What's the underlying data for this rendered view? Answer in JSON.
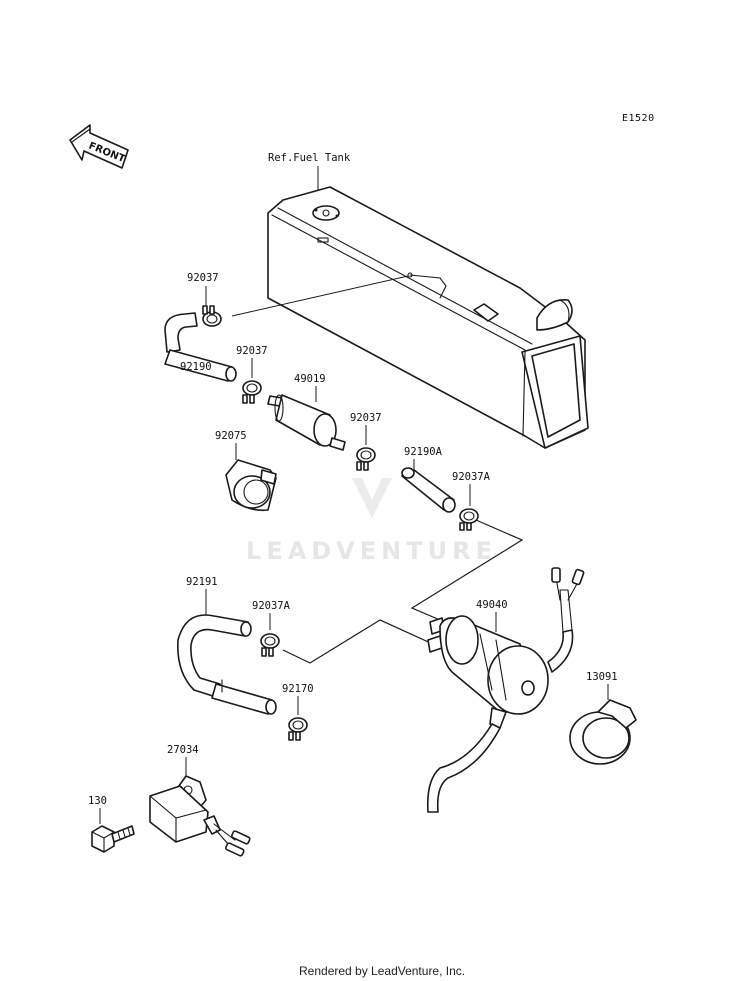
{
  "diagram_code": "E1520",
  "front_label": "FRONT",
  "ref_label": "Ref.Fuel Tank",
  "watermark": "LEADVENTURE",
  "footer": "Rendered by LeadVenture, Inc.",
  "parts": {
    "clamp_upper": "92037",
    "hose_short": "92190",
    "clamp_filter_in": "92037",
    "fuel_filter": "49019",
    "clamp_filter_out": "92037",
    "bracket": "92075",
    "hose_mid": "92190A",
    "clamp_mid": "92037A",
    "hose_long": "92191",
    "clamp_lower": "92037A",
    "fuel_pump": "49040",
    "hose_end": "92170",
    "pump_band": "13091",
    "relay": "27034",
    "bolt": "130"
  }
}
